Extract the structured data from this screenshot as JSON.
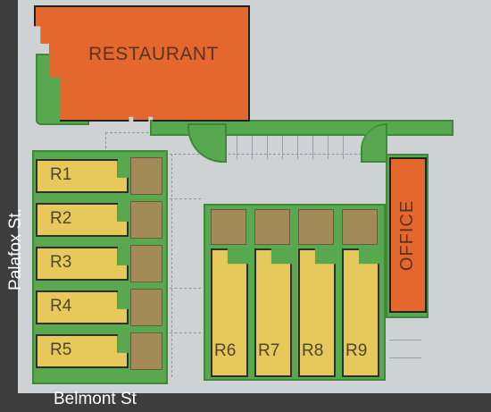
{
  "streets": {
    "west": "Palafox St.",
    "south": "Belmont St"
  },
  "buildings": {
    "restaurant": "RESTAURANT",
    "office": "OFFICE"
  },
  "units_left": [
    "R1",
    "R2",
    "R3",
    "R4",
    "R5"
  ],
  "units_center": [
    "R6",
    "R7",
    "R8",
    "R9"
  ],
  "colors": {
    "street": "#3d3d3d",
    "pavement": "#cfd2d4",
    "landscape": "#57a84e",
    "commercial": "#e4682e",
    "residential": "#e6c95a",
    "patio": "#a38a59"
  }
}
